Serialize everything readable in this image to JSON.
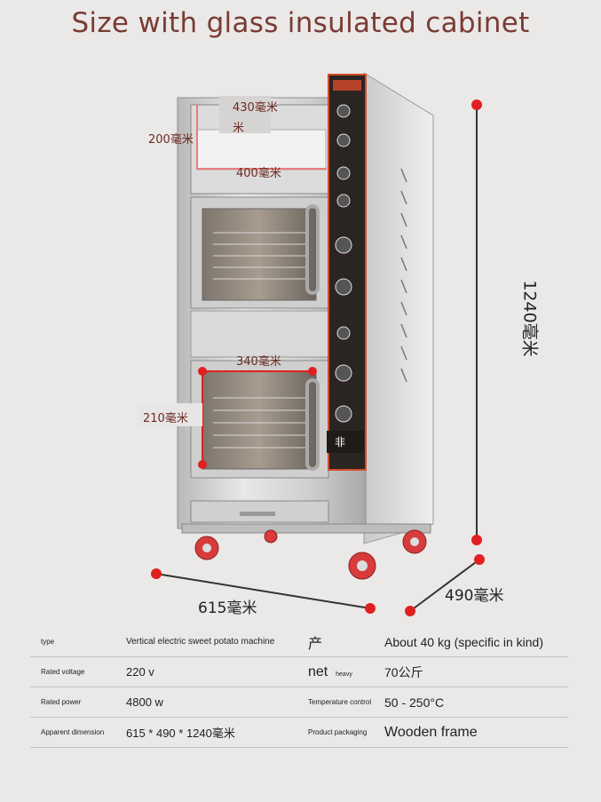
{
  "title": "Size with glass insulated cabinet",
  "dimensions": {
    "top_width": "430毫米",
    "top_width_part": "米",
    "top_height": "200毫米",
    "top_depth": "400毫米",
    "drawer_width": "340毫米",
    "drawer_height": "210毫米",
    "total_height": "1240毫米",
    "base_width": "615毫米",
    "base_depth": "490毫米"
  },
  "panel": {
    "badge": "非"
  },
  "specs": {
    "rows": [
      {
        "k1": "type",
        "v1": "Vertical electric sweet potato machine",
        "k2": "产",
        "v2": "About 40 kg (specific in kind)"
      },
      {
        "k1": "Rated voltage",
        "v1": "220 v",
        "k2": "net",
        "k2b": "heavy",
        "v2": "70公斤"
      },
      {
        "k1": "Rated power",
        "v1": "4800 w",
        "k2": "Temperature control",
        "v2": "50 - 250°C"
      },
      {
        "k1": "Apparent dimension",
        "v1": "615 * 490 * 1240毫米",
        "k2": "Product packaging",
        "v2": "Wooden frame"
      }
    ]
  },
  "colors": {
    "title": "#7a3b33",
    "marker": "#e02020",
    "bg": "#eae9e8"
  }
}
